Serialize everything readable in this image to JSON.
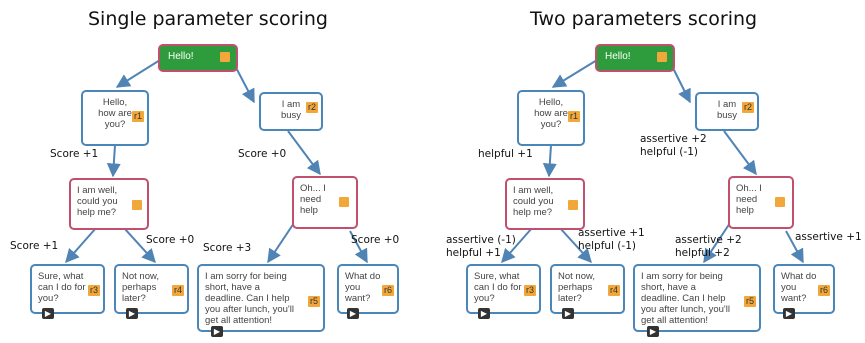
{
  "colors": {
    "edge": "#4f84b5",
    "blue_border": "#4a86b8",
    "pink_border": "#c0506e",
    "green_fill": "#2e9c3c",
    "tag": "#f2a73a"
  },
  "left": {
    "title": "Single parameter scoring",
    "nodes": {
      "hello": "Hello!",
      "how_are_you": "Hello,\nhow are\nyou?",
      "busy": "I am\nbusy",
      "well": "I am well,\ncould you\nhelp me?",
      "oh": "Oh... I\nneed\nhelp",
      "sure": "Sure, what\ncan I do for\nyou?",
      "not_now": "Not now,\nperhaps\nlater?",
      "sorry": "I am sorry for being\nshort, have a\ndeadline. Can I help\nyou after lunch, you'll\nget all attention!",
      "what": "What do\nyou\nwant?"
    },
    "tags": {
      "r1": "r1",
      "r2": "r2",
      "r3": "r3",
      "r4": "r4",
      "r5": "r5",
      "r6": "r6"
    },
    "labels": {
      "score_r1": "Score +1",
      "score_r2": "Score +0",
      "score_r3": "Score +1",
      "score_r4": "Score +0",
      "score_r5": "Score +3",
      "score_r6": "Score +0"
    }
  },
  "right": {
    "title": "Two parameters scoring",
    "nodes": {
      "hello": "Hello!",
      "how_are_you": "Hello,\nhow are\nyou?",
      "busy": "I am\nbusy",
      "well": "I am well,\ncould you\nhelp me?",
      "oh": "Oh... I\nneed\nhelp",
      "sure": "Sure, what\ncan I do for\nyou?",
      "not_now": "Not now,\nperhaps\nlater?",
      "sorry": "I am sorry for being\nshort, have a\ndeadline. Can I help\nyou after lunch, you'll\nget all attention!",
      "what": "What do\nyou\nwant?"
    },
    "tags": {
      "r1": "r1",
      "r2": "r2",
      "r3": "r3",
      "r4": "r4",
      "r5": "r5",
      "r6": "r6"
    },
    "labels": {
      "score_r1": "helpful +1",
      "score_r2": "assertive +2\nhelpful (-1)",
      "score_r3": "assertive (-1)\nhelpful +1",
      "score_r4": "assertive +1\nhelpful (-1)",
      "score_r5": "assertive +2\nhelpful +2",
      "score_r6": "assertive +1"
    }
  }
}
